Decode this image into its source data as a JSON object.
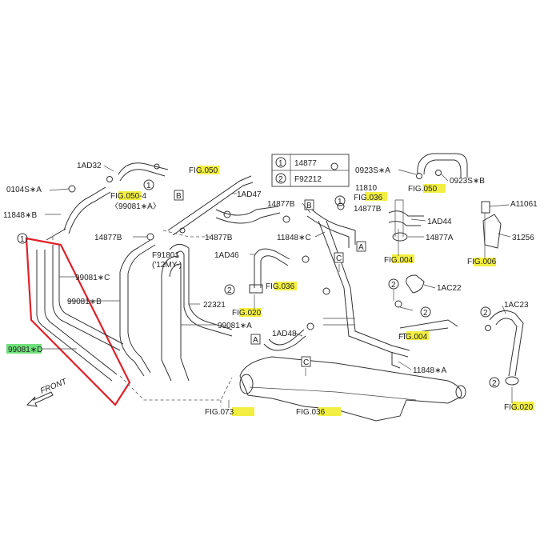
{
  "legend": {
    "items": [
      {
        "num": "1",
        "code": "14877"
      },
      {
        "num": "2",
        "code": "F92212"
      }
    ]
  },
  "callout_markers": [
    "1",
    "2"
  ],
  "box_letters": [
    "A",
    "B",
    "C"
  ],
  "part_labels": {
    "p1AD32": "1AD32",
    "p0104s": "0104S∗A",
    "p11848b": "11848∗B",
    "fig050_4": "FIG.050-4",
    "sub99081a": "〈99081∗A〉",
    "p14877b_left": "14877B",
    "p99081c": "99081∗C",
    "p99081b": "99081∗B",
    "p99081d": "99081∗D",
    "front": "FRONT",
    "fig050_mid": "FIG.050",
    "p1AD47": "1AD47",
    "p14877b_mid": "14877B",
    "pF91801": "F91801",
    "p12my": "('12MY-)",
    "p22321": "22321",
    "p99081a": "99081∗A",
    "fig073": "FIG.073",
    "p14877b_r": "14877B",
    "p11848c": "11848∗C",
    "p1AD46": "1AD46",
    "fig036_mid": "FIG.036",
    "fig020_mid": "FIG.020",
    "p1AD48": "1AD48",
    "fig036_bottom": "FIG.036",
    "p0923s_a": "0923S∗A",
    "p0923s_b": "0923S∗B",
    "fig050_r": "FIG.050",
    "p11810": "11810",
    "fig036_r": "FIG.036",
    "p14877b_rr": "14877B",
    "p1AD44": "1AD44",
    "p14877a": "14877A",
    "fig004_a": "FIG.004",
    "pA11061": "A11061",
    "p31256": "31256",
    "fig006": "FIG.006",
    "p1AC22": "1AC22",
    "fig004_b": "FIG.004",
    "p11848a": "11848∗A",
    "p1AC23": "1AC23",
    "fig020_r": "FIG.020"
  },
  "colors": {
    "highlight_fig": "#f2ef42",
    "highlight_part": "#6fe07a",
    "selection_frame": "#e0202a",
    "line": "#333333"
  }
}
